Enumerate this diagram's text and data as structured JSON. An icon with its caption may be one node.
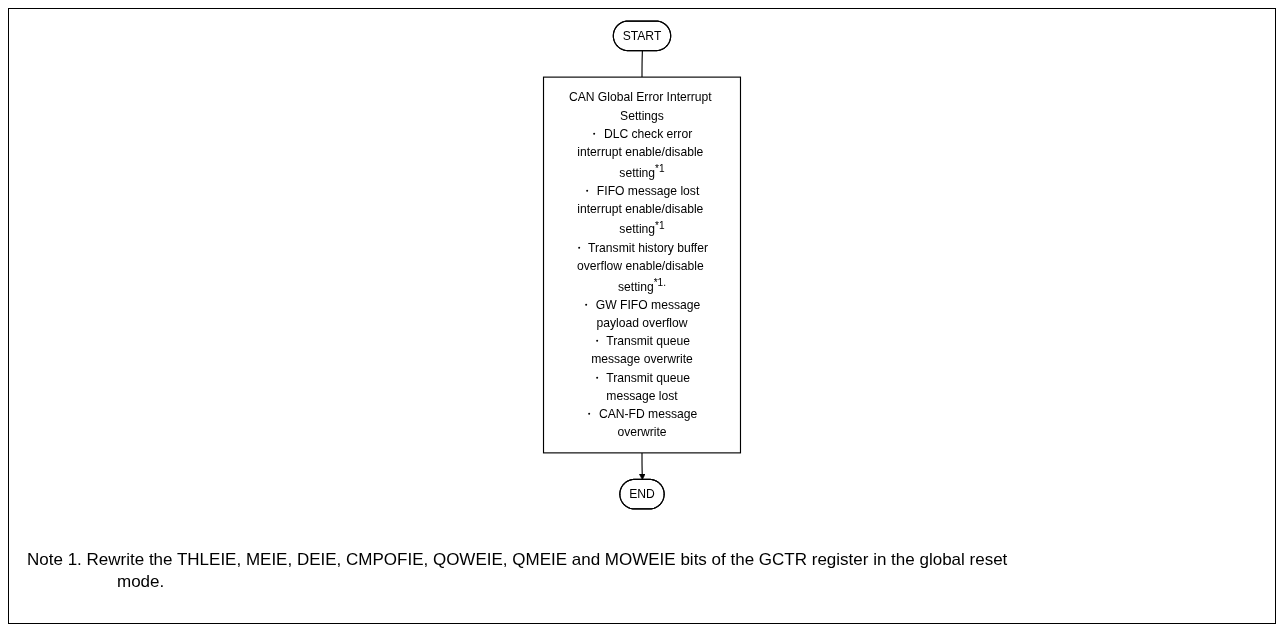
{
  "diagram": {
    "nodes": [
      {
        "text": [
          "START"
        ]
      },
      {
        "text": [
          "CAN Global Error Interrupt Settings",
          "・ DLC check error interrupt enable/disable setting$^{*1}$",
          "・ FIFO message lost interrupt enable/disable setting$^{*1}$",
          "・ Transmit history buffer overflow enable/disable setting$^{*1.}$",
          "・ GW FIFO message payload overflow",
          "・ Transmit queue message overwrite",
          "・ Transmit queue message lost",
          "・ CAN-FD message overwrite"
        ]
      },
      {
        "text": [
          "END"
        ]
      }
    ],
    "edges": [
      {
        "from": 0,
        "to": 1,
        "arrow": "none"
      },
      {
        "from": 1,
        "to": 2,
        "arrow": "to"
      }
    ],
    "labels": [
      "Note 1. Rewrite the THLEIE, MEIE, DEIE, CMPOFIE, QOWEIE, QMEIE and MOWEIE bits of the GCTR register in the global reset mode."
    ]
  }
}
